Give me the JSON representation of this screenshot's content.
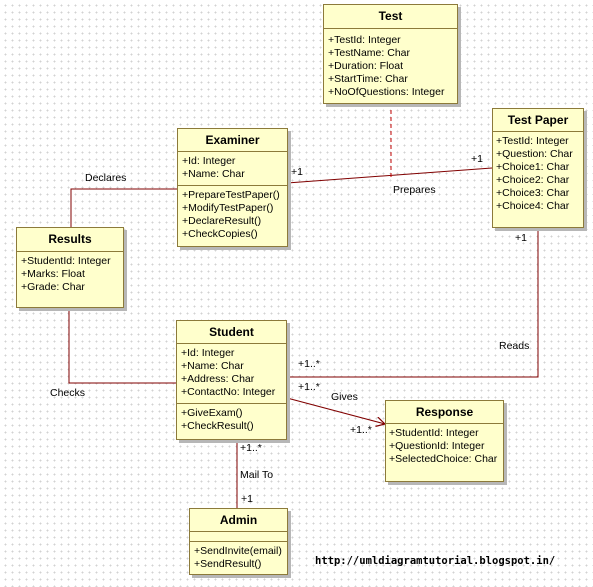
{
  "colors": {
    "box_fill": "#ffffcc",
    "box_border": "#8c7a3a",
    "line": "#800000",
    "dashed": "#c00000"
  },
  "classes": {
    "test": {
      "name": "Test",
      "attributes": [
        "+TestId: Integer",
        "+TestName: Char",
        "+Duration: Float",
        "+StartTime: Char",
        "+NoOfQuestions: Integer"
      ]
    },
    "test_paper": {
      "name": "Test Paper",
      "attributes": [
        "+TestId: Integer",
        "+Question: Char",
        "+Choice1: Char",
        "+Choice2: Char",
        "+Choice3: Char",
        "+Choice4: Char"
      ]
    },
    "examiner": {
      "name": "Examiner",
      "attributes": [
        "+Id: Integer",
        "+Name: Char"
      ],
      "operations": [
        "+PrepareTestPaper()",
        "+ModifyTestPaper()",
        "+DeclareResult()",
        "+CheckCopies()"
      ]
    },
    "results": {
      "name": "Results",
      "attributes": [
        "+StudentId: Integer",
        "+Marks: Float",
        "+Grade: Char"
      ]
    },
    "student": {
      "name": "Student",
      "attributes": [
        "+Id: Integer",
        "+Name: Char",
        "+Address: Char",
        "+ContactNo: Integer"
      ],
      "operations": [
        "+GiveExam()",
        "+CheckResult()"
      ]
    },
    "response": {
      "name": "Response",
      "attributes": [
        "+StudentId: Integer",
        "+QuestionId: Integer",
        "+SelectedChoice: Char"
      ]
    },
    "admin": {
      "name": "Admin",
      "operations": [
        "+SendInvite(email)",
        "+SendResult()"
      ]
    }
  },
  "associations": {
    "declares": "Declares",
    "prepares": "Prepares",
    "prepares_examiner_mult": "+1",
    "prepares_testpaper_mult": "+1",
    "reads": "Reads",
    "reads_testpaper_mult": "+1",
    "reads_student_mult": "+1..*",
    "checks": "Checks",
    "gives": "Gives",
    "gives_student_mult": "+1..*",
    "gives_response_mult": "+1..*",
    "mail_to": "Mail To",
    "mail_student_mult": "+1..*",
    "mail_admin_mult": "+1"
  },
  "footer": {
    "url": "http://umldiagramtutorial.blogspot.in/"
  }
}
